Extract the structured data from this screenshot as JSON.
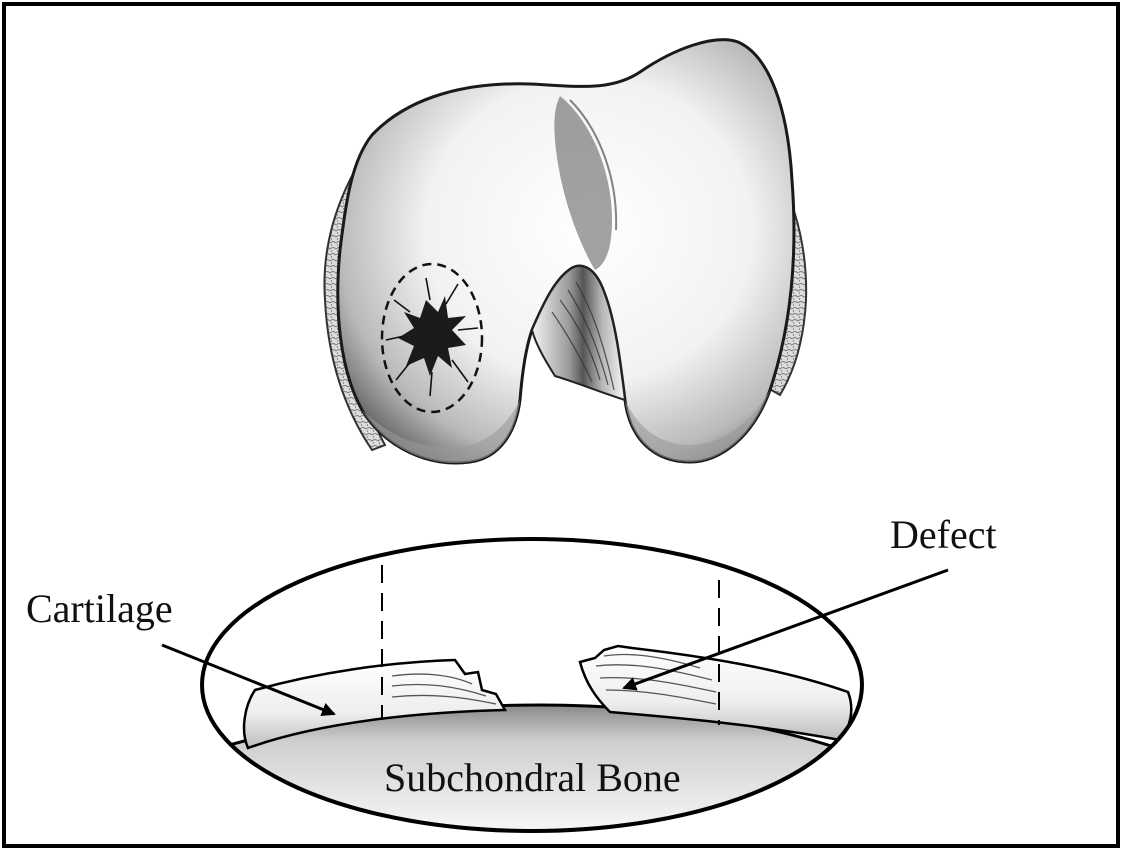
{
  "labels": {
    "defect": "Defect",
    "cartilage": "Cartilage",
    "subchondral_bone": "Subchondral Bone"
  }
}
